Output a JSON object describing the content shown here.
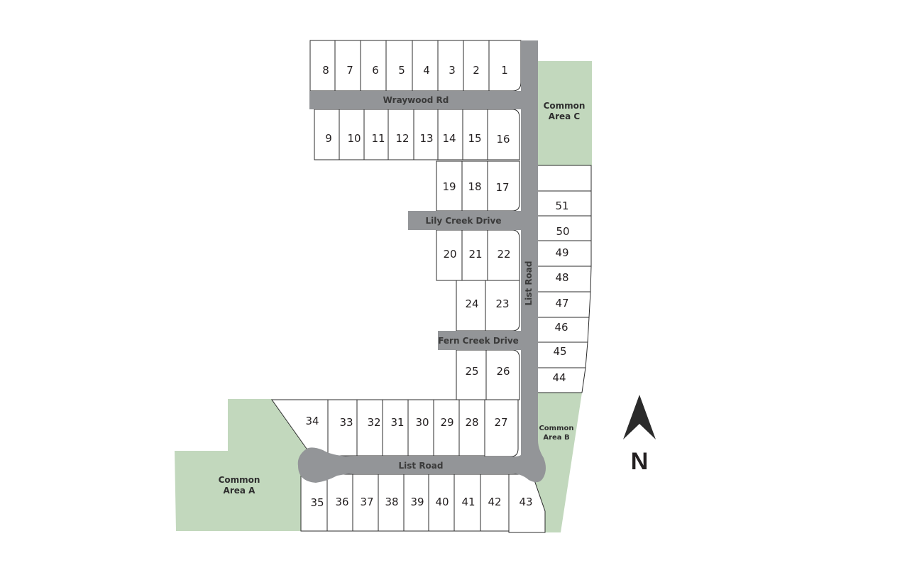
{
  "map": {
    "roads": {
      "wraywood": "Wraywood Rd",
      "lily_creek": "Lily Creek Drive",
      "fern_creek": "Fern Creek Drive",
      "list_road_vertical": "List Road",
      "list_road_horizontal": "List Road"
    },
    "common_areas": {
      "a_line1": "Common",
      "a_line2": "Area A",
      "b_line1": "Common",
      "b_line2": "Area B",
      "c_line1": "Common",
      "c_line2": "Area C"
    },
    "compass": {
      "label": "N"
    },
    "colors": {
      "road": "#939598",
      "common_area": "#c2d8bd",
      "lot": "#ffffff",
      "outline": "#2b2b2b"
    },
    "lots": {
      "l1": "1",
      "l2": "2",
      "l3": "3",
      "l4": "4",
      "l5": "5",
      "l6": "6",
      "l7": "7",
      "l8": "8",
      "l9": "9",
      "l10": "10",
      "l11": "11",
      "l12": "12",
      "l13": "13",
      "l14": "14",
      "l15": "15",
      "l16": "16",
      "l17": "17",
      "l18": "18",
      "l19": "19",
      "l20": "20",
      "l21": "21",
      "l22": "22",
      "l23": "23",
      "l24": "24",
      "l25": "25",
      "l26": "26",
      "l27": "27",
      "l28": "28",
      "l29": "29",
      "l30": "30",
      "l31": "31",
      "l32": "32",
      "l33": "33",
      "l34": "34",
      "l35": "35",
      "l36": "36",
      "l37": "37",
      "l38": "38",
      "l39": "39",
      "l40": "40",
      "l41": "41",
      "l42": "42",
      "l43": "43",
      "l44": "44",
      "l45": "45",
      "l46": "46",
      "l47": "47",
      "l48": "48",
      "l49": "49",
      "l50": "50",
      "l51": "51"
    }
  }
}
